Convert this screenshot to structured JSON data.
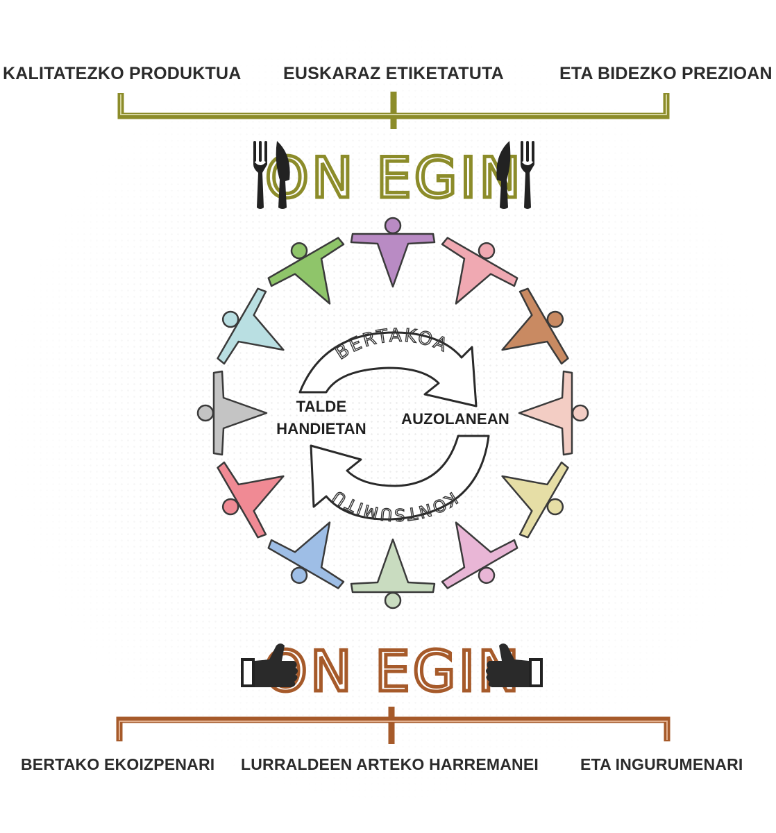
{
  "top": {
    "labels": [
      "KALITATEZKO PRODUKTUA",
      "EUSKARAZ ETIKETATUTA",
      "ETA BIDEZKO PREZIOAN"
    ],
    "title": "ON EGIN",
    "color": "#8c8c2a"
  },
  "center": {
    "left_label_line1": "TALDE",
    "left_label_line2": "HANDIETAN",
    "right_label": "AUZOLANEAN",
    "arrow_top_text": "BERTAKOA",
    "arrow_bottom_text": "KONTSUMITU"
  },
  "bottom": {
    "title": "ON EGIN",
    "labels": [
      "BERTAKO EKOIZPENARI",
      "LURRALDEEN ARTEKO HARREMANEI",
      "ETA INGURUMENARI"
    ],
    "color": "#a65a2a"
  },
  "icons": {
    "top_left": "fork-knife-icon",
    "top_right": "fork-knife-icon",
    "bottom_left": "thumbs-up-icon",
    "bottom_right": "thumbs-up-icon"
  },
  "people_colors": [
    "#b98bc4",
    "#f0a9b2",
    "#c98a62",
    "#f3cdc4",
    "#e6dea6",
    "#e9b6d6",
    "#c9dcc0",
    "#9ebee6",
    "#f08a94",
    "#c4c4c4",
    "#b9dfe2",
    "#8fc56a"
  ]
}
